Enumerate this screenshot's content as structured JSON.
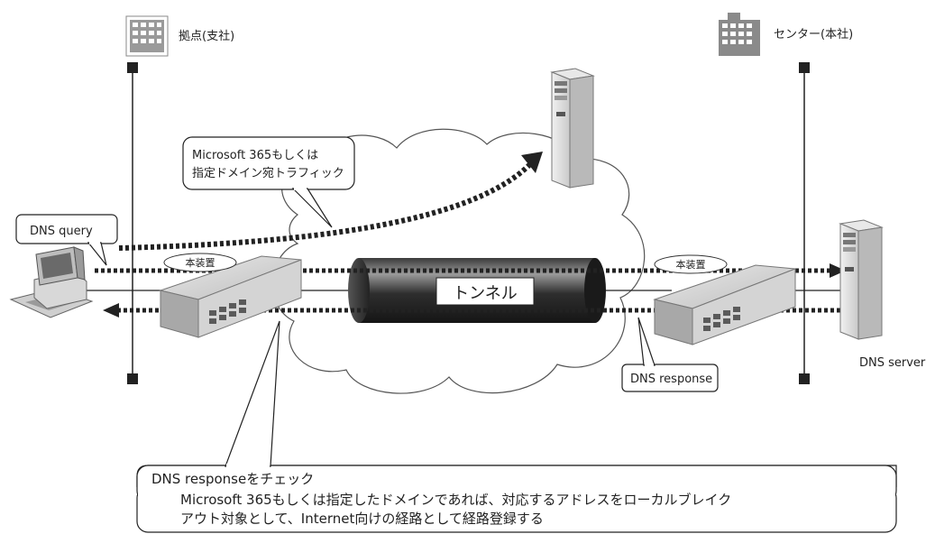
{
  "sites": {
    "branch_label": "拠点(支社)",
    "center_label": "センター(本社)"
  },
  "callouts": {
    "microsoft_traffic": [
      "Microsoft 365もしくは",
      "指定ドメイン宛トラフィック"
    ],
    "dns_query": "DNS query",
    "dns_response": "DNS response",
    "check": {
      "title": "DNS responseをチェック",
      "lines": [
        "Microsoft 365もしくは指定したドメインであれば、対応するアドレスをローカルブレイク",
        "アウト対象として、Internet向けの経路として経路登録する"
      ]
    }
  },
  "devices": {
    "router_left_label": "本装置",
    "router_right_label": "本装置",
    "tunnel_label": "トンネル",
    "dns_server_label": "DNS server"
  },
  "icons": {
    "branch_building": "building-icon",
    "center_building": "building-icon",
    "client_pc": "desktop-computer-icon",
    "internet_server": "tower-server-icon",
    "dns_server": "tower-server-icon",
    "internet_cloud": "cloud-icon",
    "router": "router-icon"
  }
}
